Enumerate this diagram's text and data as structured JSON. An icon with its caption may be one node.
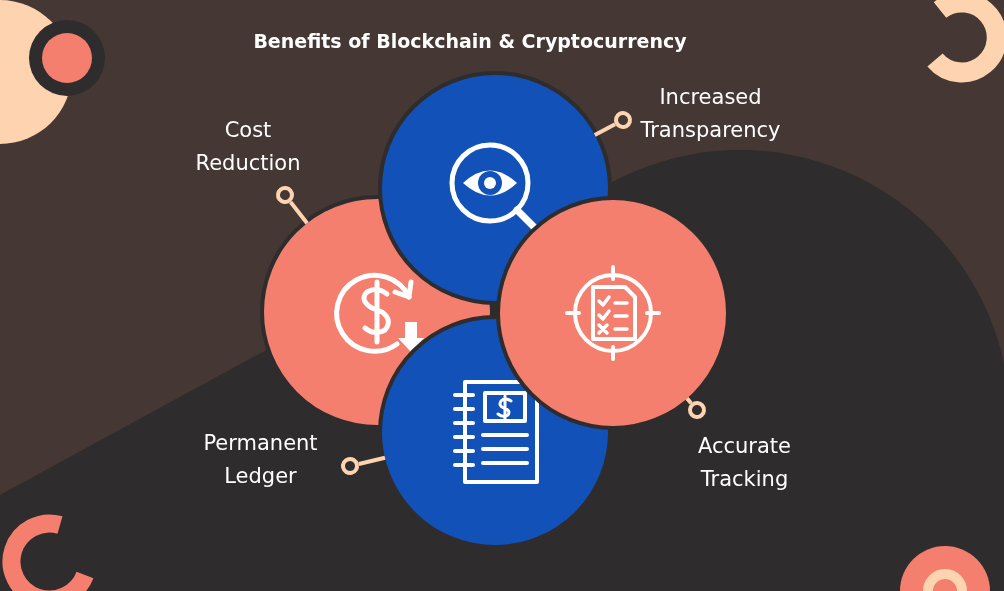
{
  "diagram": {
    "title": "Benefits of Blockchain & Cryptocurrency",
    "nodes": [
      {
        "text": [
          "Cost Reduction"
        ]
      },
      {
        "text": [
          "Increased Transparency"
        ]
      },
      {
        "text": [],
        "shape": "circle"
      },
      {
        "text": [],
        "shape": "circle"
      },
      {
        "text": [],
        "shape": "circle"
      },
      {
        "text": [],
        "shape": "circle"
      },
      {
        "text": [
          "Permanent Ledger"
        ]
      },
      {
        "text": [
          "Accurate Tracking"
        ]
      }
    ],
    "edges": [
      {
        "from": 0,
        "to": 3,
        "arrow": "other"
      },
      {
        "from": 1,
        "to": 2,
        "arrow": "other"
      },
      {
        "from": 7,
        "to": 4,
        "arrow": "other"
      },
      {
        "from": 6,
        "to": 5,
        "arrow": "other"
      }
    ]
  }
}
